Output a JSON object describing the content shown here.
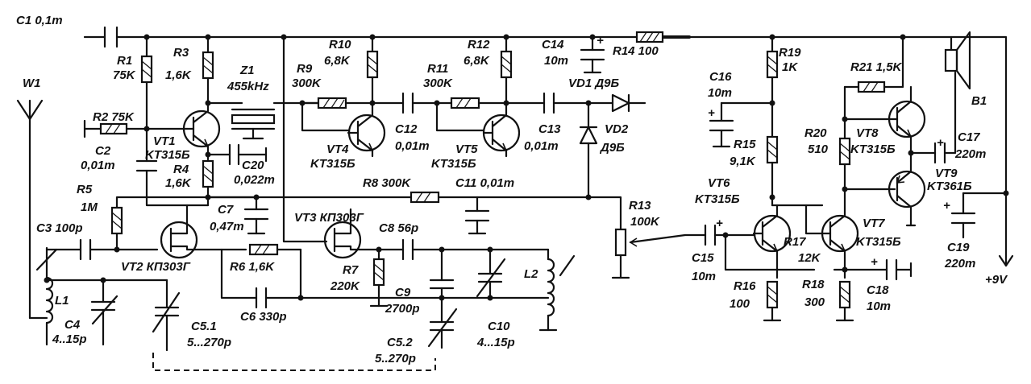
{
  "labels": {
    "c1": "C1 0,1m",
    "w1": "W1",
    "r1": "R1",
    "r1v": "75K",
    "r3": "R3",
    "r3v": "1,6K",
    "r2": "R2 75K",
    "vt1": "VT1",
    "vt1t": "KT315Б",
    "c2": "C2",
    "c2v": "0,01m",
    "r4": "R4",
    "r4v": "1,6K",
    "z1": "Z1",
    "z1v": "455kHz",
    "c20": "C20",
    "c20v": "0,022m",
    "r5": "R5",
    "r5v": "1M",
    "c7": "C7",
    "c7v": "0,47m",
    "c3": "C3 100p",
    "vt2": "VT2 КП303Г",
    "r6": "R6 1,6K",
    "c6": "C6 330p",
    "l1": "L1",
    "c4": "C4",
    "c4v": "4..15p",
    "c51": "C5.1",
    "c51v": "5...270p",
    "r9": "R9",
    "r9v": "300K",
    "r10": "R10",
    "r10v": "6,8K",
    "vt4": "VT4",
    "vt4t": "KT315Б",
    "c12": "C12",
    "c12v": "0,01m",
    "r11": "R11",
    "r11v": "300K",
    "r12": "R12",
    "r12v": "6,8K",
    "vt5": "VT5",
    "vt5t": "KT315Б",
    "c13": "C13",
    "c13v": "0,01m",
    "c14": "C14",
    "c14v": "10m",
    "r14": "R14 100",
    "vd1": "VD1 Д9Б",
    "vd2": "VD2",
    "vd2t": "Д9Б",
    "r8": "R8 300K",
    "c11": "C11 0,01m",
    "vt3": "VT3 КП303Г",
    "c8": "C8 56p",
    "r7": "R7",
    "r7v": "220K",
    "c9": "C9",
    "c9v": "2700p",
    "c52": "C5.2",
    "c52v": "5..270p",
    "c10": "C10",
    "c10v": "4...15p",
    "l2": "L2",
    "r13": "R13",
    "r13v": "100K",
    "c16": "C16",
    "c16v": "10m",
    "r19": "R19",
    "r19v": "1K",
    "r15": "R15",
    "r15v": "9,1K",
    "vt6": "VT6",
    "vt6t": "KT315Б",
    "c15": "C15",
    "c15v": "10m",
    "r16": "R16",
    "r16v": "100",
    "r17": "R17",
    "r17v": "12K",
    "r18": "R18",
    "r18v": "300",
    "c18": "C18",
    "c18v": "10m",
    "vt7": "VT7",
    "vt7t": "KT315Б",
    "r21": "R21 1,5K",
    "r20": "R20",
    "r20v": "510",
    "vt8": "VT8",
    "vt8t": "KT315Б",
    "vt9": "VT9",
    "vt9t": "KT361Б",
    "c17": "C17",
    "c17v": "220m",
    "c19": "C19",
    "c19v": "220m",
    "b1": "B1",
    "supply": "+9V",
    "plus": "+"
  }
}
